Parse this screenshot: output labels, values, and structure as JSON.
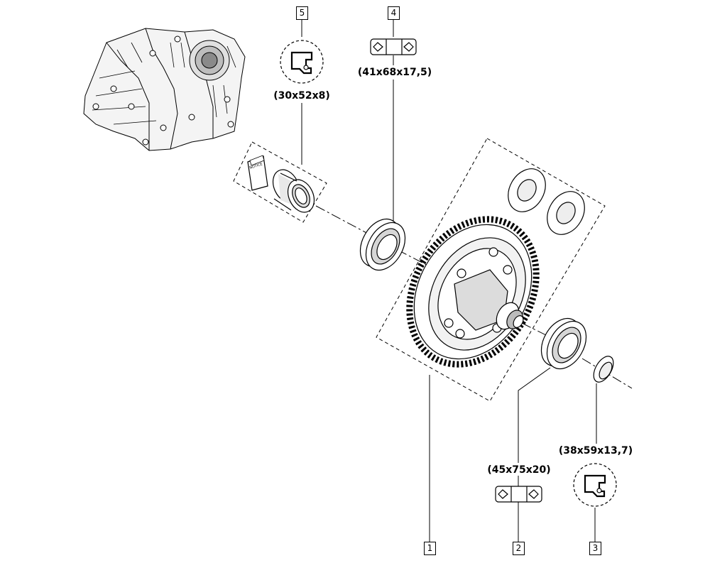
{
  "parts": [
    {
      "ref": "1"
    },
    {
      "ref": "2",
      "size": "(45x75x20)"
    },
    {
      "ref": "3",
      "size": "(38x59x13,7)"
    },
    {
      "ref": "4",
      "size": "(41x68x17,5)"
    },
    {
      "ref": "5",
      "size": "(30x52x8)"
    }
  ],
  "notice_label": "NOTICE",
  "colors": {
    "line": "#000000",
    "background": "#ffffff",
    "shade": "#cfcfcf"
  }
}
